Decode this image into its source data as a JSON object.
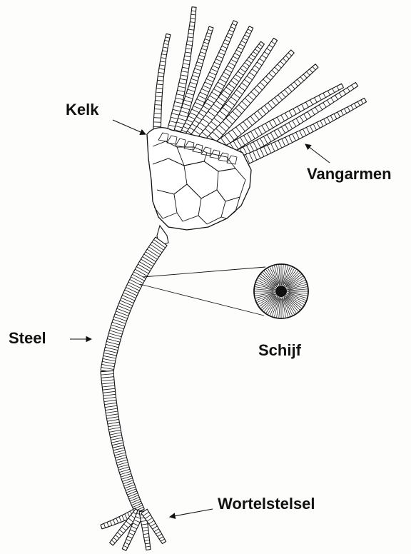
{
  "diagram": {
    "labels": {
      "kelk": "Kelk",
      "vangarmen": "Vangarmen",
      "steel": "Steel",
      "schijf": "Schijf",
      "wortelstelsel": "Wortelstelsel"
    }
  },
  "colors": {
    "ink": "#111111",
    "paper": "#fdfdfc"
  }
}
